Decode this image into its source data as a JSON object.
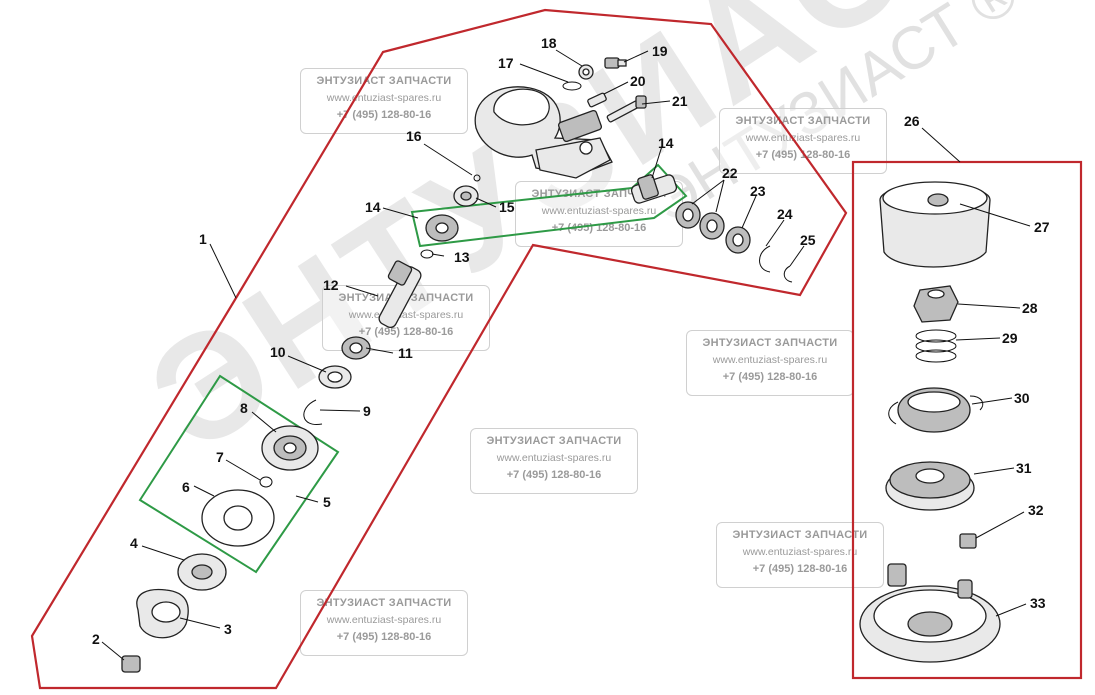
{
  "brand": {
    "watermark_text": "ЭНТУЗИАСТ",
    "watermark_text_top": "ЭНТУЗИАСТ ®"
  },
  "watermarks": [
    {
      "line1": "ЭНТУЗИАСТ ЗАПЧАСТИ",
      "line2": "www.entuziast-spares.ru",
      "line3": "+7 (495) 128-80-16"
    },
    {
      "line1": "ЭНТУЗИАСТ ЗАПЧАСТИ",
      "line2": "www.entuziast-spares.ru",
      "line3": "+7 (495) 128-80-16"
    },
    {
      "line1": "ЭНТУЗИАСТ ЗАПЧАСТИ",
      "line2": "www.entuziast-spares.ru",
      "line3": "+7 (495) 128-80-16"
    },
    {
      "line1": "ЭНТУЗИАСТ ЗАПЧАСТИ",
      "line2": "www.entuziast-spares.ru",
      "line3": "+7 (495) 128-80-16"
    },
    {
      "line1": "ЭНТУЗИАСТ ЗАПЧАСТИ",
      "line2": "www.entuziast-spares.ru",
      "line3": "+7 (495) 128-80-16"
    },
    {
      "line1": "ЭНТУЗИАСТ ЗАПЧАСТИ",
      "line2": "www.entuziast-spares.ru",
      "line3": "+7 (495) 128-80-16"
    },
    {
      "line1": "ЭНТУЗИАСТ ЗАПЧАСТИ",
      "line2": "www.entuziast-spares.ru",
      "line3": "+7 (495) 128-80-16"
    },
    {
      "line1": "ЭНТУЗИАСТ ЗАПЧАСТИ",
      "line2": "www.entuziast-spares.ru",
      "line3": "+7 (495) 128-80-16"
    }
  ],
  "colors": {
    "group_outline": "#c0282d",
    "subgroup_outline": "#2e9a46",
    "part_line": "#222222"
  },
  "labels": {
    "p1": "1",
    "p2": "2",
    "p3": "3",
    "p4": "4",
    "p5": "5",
    "p6": "6",
    "p7": "7",
    "p8": "8",
    "p9": "9",
    "p10": "10",
    "p11": "11",
    "p12": "12",
    "p13": "13",
    "p14a": "14",
    "p14b": "14",
    "p15": "15",
    "p16": "16",
    "p17": "17",
    "p18": "18",
    "p19": "19",
    "p20": "20",
    "p21": "21",
    "p22": "22",
    "p23": "23",
    "p24": "24",
    "p25": "25",
    "p26": "26",
    "p27": "27",
    "p28": "28",
    "p29": "29",
    "p30": "30",
    "p31": "31",
    "p32": "32",
    "p33": "33"
  }
}
